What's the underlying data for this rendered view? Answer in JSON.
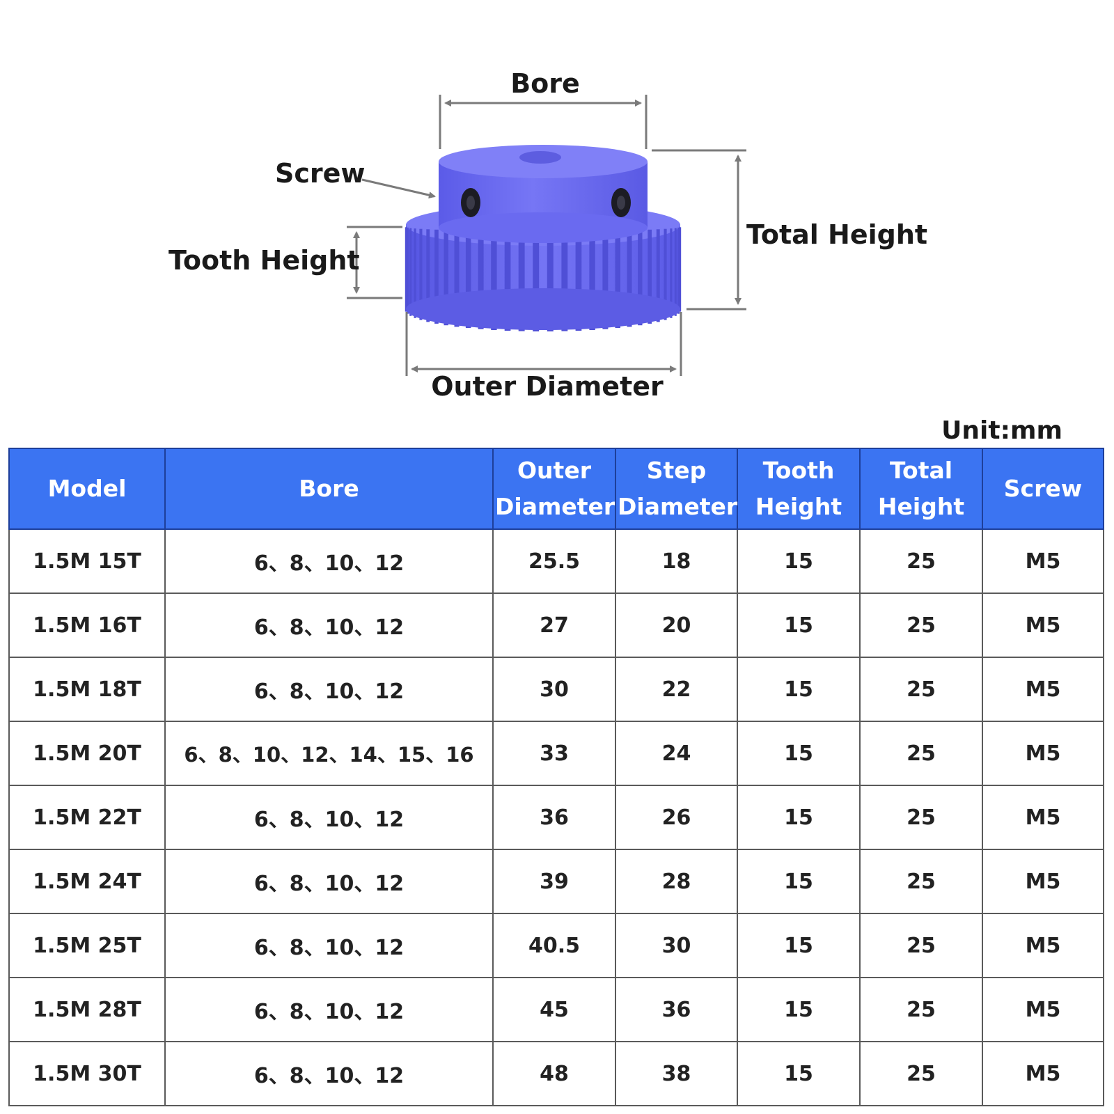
{
  "diagram": {
    "labels": {
      "bore": "Bore",
      "screw": "Screw",
      "tooth_height": "Tooth Height",
      "total_height": "Total Height",
      "outer_diameter": "Outer Diameter"
    },
    "gear_color": "#6d6df2",
    "gear_shadow_color": "#4f4fd6",
    "screw_hole_color": "#1c1c24",
    "teeth_count_visible": 30
  },
  "unit": "Unit:mm",
  "table": {
    "header_color": "#3b74f2",
    "columns": [
      {
        "line1": "Model",
        "line2": ""
      },
      {
        "line1": "Bore",
        "line2": ""
      },
      {
        "line1": "Outer",
        "line2": "Diameter"
      },
      {
        "line1": "Step",
        "line2": "Diameter"
      },
      {
        "line1": "Tooth",
        "line2": "Height"
      },
      {
        "line1": "Total",
        "line2": "Height"
      },
      {
        "line1": "Screw",
        "line2": ""
      }
    ],
    "rows": [
      [
        "1.5M 15T",
        "6、8、10、12",
        "25.5",
        "18",
        "15",
        "25",
        "M5"
      ],
      [
        "1.5M 16T",
        "6、8、10、12",
        "27",
        "20",
        "15",
        "25",
        "M5"
      ],
      [
        "1.5M 18T",
        "6、8、10、12",
        "30",
        "22",
        "15",
        "25",
        "M5"
      ],
      [
        "1.5M 20T",
        "6、8、10、12、14、15、16",
        "33",
        "24",
        "15",
        "25",
        "M5"
      ],
      [
        "1.5M 22T",
        "6、8、10、12",
        "36",
        "26",
        "15",
        "25",
        "M5"
      ],
      [
        "1.5M 24T",
        "6、8、10、12",
        "39",
        "28",
        "15",
        "25",
        "M5"
      ],
      [
        "1.5M 25T",
        "6、8、10、12",
        "40.5",
        "30",
        "15",
        "25",
        "M5"
      ],
      [
        "1.5M 28T",
        "6、8、10、12",
        "45",
        "36",
        "15",
        "25",
        "M5"
      ],
      [
        "1.5M 30T",
        "6、8、10、12",
        "48",
        "38",
        "15",
        "25",
        "M5"
      ]
    ]
  }
}
